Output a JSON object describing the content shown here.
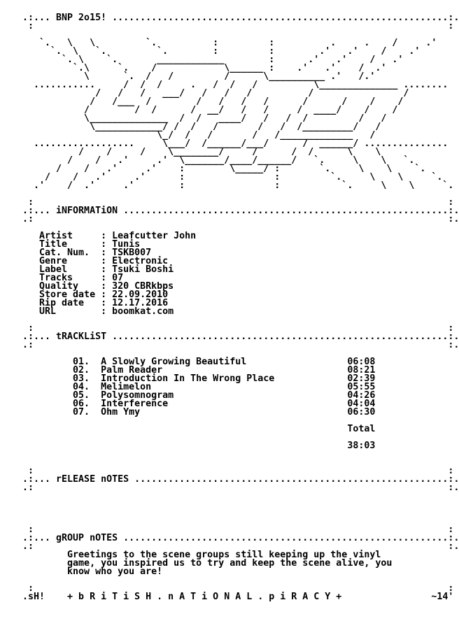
{
  "header_title": "BNP 2o15!",
  "logo_art": [
    "                                                                              ",
    "   `.   \\   \\         `.          :         :          .     .    /     .'   ",
    "     `.  \\   `.         `.        :         :        .'   .'    /    .'      ",
    "       `. \\    `.       ____________        :      .'   .'    /   .'         ",
    "         `.\\     `.    /            \\______ :    .'   .'    /  .'           ",
    "           \\      `.  /   /         /      \\__________ .'   /.'               ",
    "  ...........     /  /  /     .   /  /   /          \\______________ ........  ",
    "             /   /   /   ___/   /   /   /          /                /        ",
    "            /   /___  /        /   /   /   /      /      /    /    /          ",
    "           /        /  /      /  __/   /   /     /  ____/    /    /           ",
    "           \\______________  /  /   ____/   /   /  /         /   /            ",
    "            \\____________/ /  /   /       /   /  /_________/   /             ",
    "                        \\_/  /   /       /   /_____________   /              ",
    "  ..................     \\___/  /______/___/      /  ______/ ............... ",
    "          /    /     /    \\________/     /      /  /      \\    \\             ",
    "        /    /   .'     .'  \\_______/____/______/   `.     \\    \\   `.       ",
    "      /    /   .'     .'    :        \\_____/ :       `.     \\    \\    `.     ",
    "    /    /   .'     .'      :                :         `.     \\    \\     `.  ",
    "  .'    /  .'     .'        :                :           `.     \\    \\     `. "
  ],
  "sections": {
    "information": "iNFORMATiON",
    "tracklist": "tRACKLiST",
    "release_notes": "rELEASE nOTES",
    "group_notes": "gROUP nOTES"
  },
  "info": [
    {
      "label": "Artist",
      "value": "Leafcutter John"
    },
    {
      "label": "Title",
      "value": "Tunis"
    },
    {
      "label": "Cat. Num.",
      "value": "TSKB007"
    },
    {
      "label": "Genre",
      "value": "Electronic"
    },
    {
      "label": "Label",
      "value": "Tsuki Boshi"
    },
    {
      "label": "Tracks",
      "value": "07"
    },
    {
      "label": "Quality",
      "value": "320 CBRkbps"
    },
    {
      "label": "Store date",
      "value": "22.09.2010"
    },
    {
      "label": "Rip date",
      "value": "12.17.2016"
    },
    {
      "label": "URL",
      "value": "boomkat.com"
    }
  ],
  "tracks": [
    {
      "num": "01.",
      "title": "A Slowly Growing Beautiful",
      "time": "06:08"
    },
    {
      "num": "02.",
      "title": "Palm Reader",
      "time": "08:21"
    },
    {
      "num": "03.",
      "title": "Introduction In The Wrong Place",
      "time": "02:39"
    },
    {
      "num": "04.",
      "title": "Melimelon",
      "time": "05:55"
    },
    {
      "num": "05.",
      "title": "Polysomnogram",
      "time": "04:26"
    },
    {
      "num": "06.",
      "title": "Interference",
      "time": "04:04"
    },
    {
      "num": "07.",
      "title": "Ohm Ymy",
      "time": "06:30"
    }
  ],
  "total_label": "Total",
  "total_time": "38:03",
  "group_notes_text": [
    "Greetings to the scene groups still keeping up the vinyl",
    "game, you inspired us to try and keep the scene alive, you",
    "know who you are!"
  ],
  "footer_left": "sH!",
  "footer_center": "+ b R i T i S H . n A T i O N A L . p i R A C Y +",
  "footer_right": "~14'"
}
